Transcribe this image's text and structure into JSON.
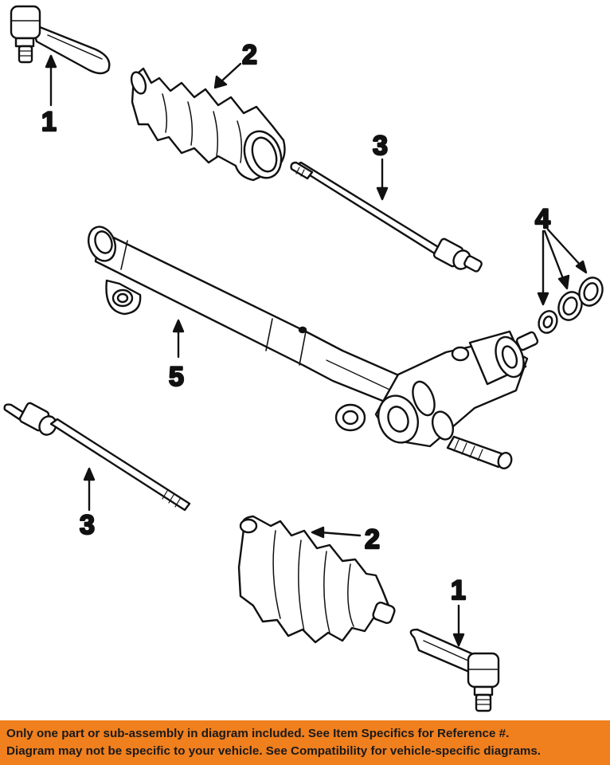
{
  "callouts": {
    "tie_rod_end_top": "1",
    "boot_top": "2",
    "inner_tie_rod_top": "3",
    "seals": "4",
    "rack_housing": "5",
    "inner_tie_rod_bottom": "3",
    "boot_bottom": "2",
    "tie_rod_end_bottom": "1"
  },
  "footer": {
    "line1": "Only one part or sub-assembly in diagram included. See Item Specifics for Reference #.",
    "line2": "Diagram may not be specific to your vehicle. See Compatibility for vehicle-specific diagrams."
  },
  "colors": {
    "banner": "#f07f1e",
    "ink": "#111111"
  }
}
